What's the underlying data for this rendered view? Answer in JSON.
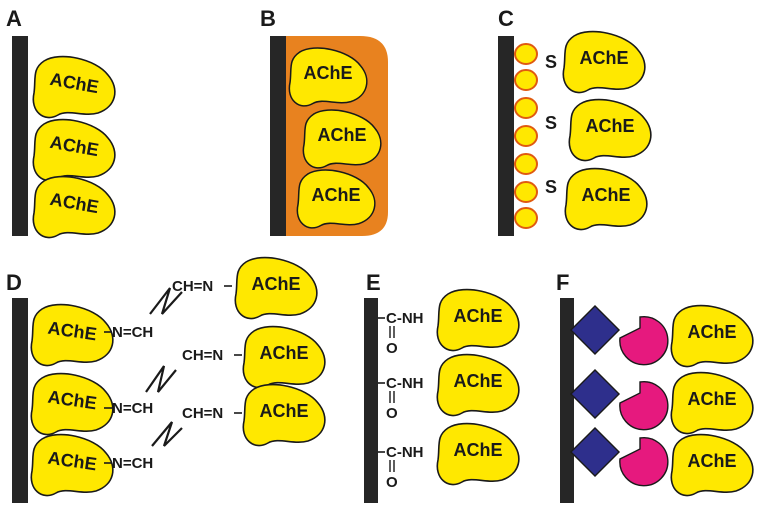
{
  "panels": {
    "a": {
      "label": "A",
      "enzyme_labels": [
        "AChE",
        "AChE",
        "AChE"
      ]
    },
    "b": {
      "label": "B",
      "enzyme_labels": [
        "AChE",
        "AChE",
        "AChE"
      ]
    },
    "c": {
      "label": "C",
      "thiol_labels": [
        "S",
        "S",
        "S"
      ],
      "enzyme_labels": [
        "AChE",
        "AChE",
        "AChE"
      ]
    },
    "d": {
      "label": "D",
      "surface_enzyme_labels": [
        "AChE",
        "AChE",
        "AChE"
      ],
      "left_linker_labels": [
        "N=CH",
        "N=CH",
        "N=CH"
      ],
      "right_linker_labels": [
        "CH=N",
        "CH=N",
        "CH=N"
      ],
      "enzyme_labels": [
        "AChE",
        "AChE",
        "AChE"
      ]
    },
    "e": {
      "label": "E",
      "amide_labels": [
        "C-NH",
        "C-NH",
        "C-NH"
      ],
      "carbonyl_labels": [
        "O",
        "O",
        "O"
      ],
      "enzyme_labels": [
        "AChE",
        "AChE",
        "AChE"
      ]
    },
    "f": {
      "label": "F",
      "enzyme_labels": [
        "AChE",
        "AChE",
        "AChE"
      ]
    }
  },
  "colors": {
    "enzyme": "#ffe800",
    "surface": "#262626",
    "matrix": "#e8821f",
    "nanoparticle_fill": "#ffe800",
    "nanoparticle_stroke": "#e05a10",
    "affinity_square": "#2e2f8c",
    "affinity_pacman": "#e6197e"
  }
}
